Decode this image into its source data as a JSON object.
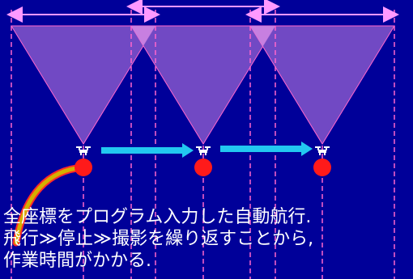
{
  "caption": {
    "line1": "全座標をプログラム入力した自動航行.",
    "line2": "飛行≫停止≫撮影を繰り返すことから,",
    "line3": "作業時間がかかる."
  },
  "colors": {
    "background": "#000099",
    "footprint_fill": "#7b4fc8",
    "footprint_overlap": "#c77fe0",
    "guide_line": "#ff66cc",
    "dimension_line": "#ff99ff",
    "flight_arrow": "#22c8f0",
    "waypoint": "#ff1a1a",
    "path_curve": "#d4b000",
    "drone": "#ffffff"
  },
  "icons": {
    "drone": "drone-icon",
    "waypoint": "waypoint-marker",
    "flight_arrow": "arrow-right-icon"
  }
}
